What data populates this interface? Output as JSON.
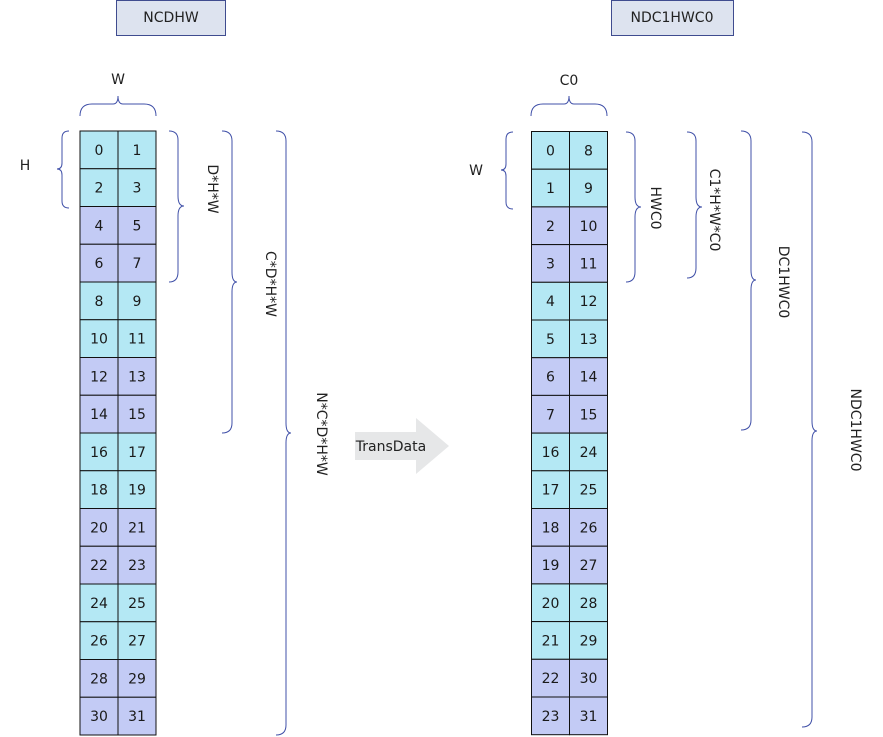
{
  "colors": {
    "cell_cyan": "#b4e8f4",
    "cell_lavender": "#c3cbf5",
    "cell_border": "#111111",
    "bracket": "#4050a8",
    "title_fill": "#dde3ef",
    "title_border": "#3f4c8f",
    "arrow": "#e6e7e8"
  },
  "left": {
    "title": "NCDHW",
    "rows": [
      [
        "0",
        "1"
      ],
      [
        "2",
        "3"
      ],
      [
        "4",
        "5"
      ],
      [
        "6",
        "7"
      ],
      [
        "8",
        "9"
      ],
      [
        "10",
        "11"
      ],
      [
        "12",
        "13"
      ],
      [
        "14",
        "15"
      ],
      [
        "16",
        "17"
      ],
      [
        "18",
        "19"
      ],
      [
        "20",
        "21"
      ],
      [
        "22",
        "23"
      ],
      [
        "24",
        "25"
      ],
      [
        "26",
        "27"
      ],
      [
        "28",
        "29"
      ],
      [
        "30",
        "31"
      ]
    ],
    "row_shading": [
      "cyan",
      "cyan",
      "lavender",
      "lavender",
      "cyan",
      "cyan",
      "lavender",
      "lavender",
      "cyan",
      "cyan",
      "lavender",
      "lavender",
      "cyan",
      "cyan",
      "lavender",
      "lavender"
    ],
    "top_label": "W",
    "side_label": "H",
    "labels": {
      "dhw": "D*H*W",
      "cdhw": "C*D*H*W",
      "ncdhw": "N*C*D*H*W"
    }
  },
  "right": {
    "title": "NDC1HWC0",
    "rows": [
      [
        "0",
        "8"
      ],
      [
        "1",
        "9"
      ],
      [
        "2",
        "10"
      ],
      [
        "3",
        "11"
      ],
      [
        "4",
        "12"
      ],
      [
        "5",
        "13"
      ],
      [
        "6",
        "14"
      ],
      [
        "7",
        "15"
      ],
      [
        "16",
        "24"
      ],
      [
        "17",
        "25"
      ],
      [
        "18",
        "26"
      ],
      [
        "19",
        "27"
      ],
      [
        "20",
        "28"
      ],
      [
        "21",
        "29"
      ],
      [
        "22",
        "30"
      ],
      [
        "23",
        "31"
      ]
    ],
    "row_shading": [
      "cyan",
      "cyan",
      "lavender",
      "lavender",
      "cyan",
      "cyan",
      "lavender",
      "lavender",
      "cyan",
      "cyan",
      "lavender",
      "lavender",
      "cyan",
      "cyan",
      "lavender",
      "lavender"
    ],
    "top_label": "C0",
    "side_label": "W",
    "labels": {
      "hwc0": "HWC0",
      "c1hwc0": "C1*H*W*C0",
      "dc1hwc0": "DC1HWC0",
      "ndc1hwc0": "NDC1HWC0"
    }
  },
  "arrow_label": "TransData"
}
